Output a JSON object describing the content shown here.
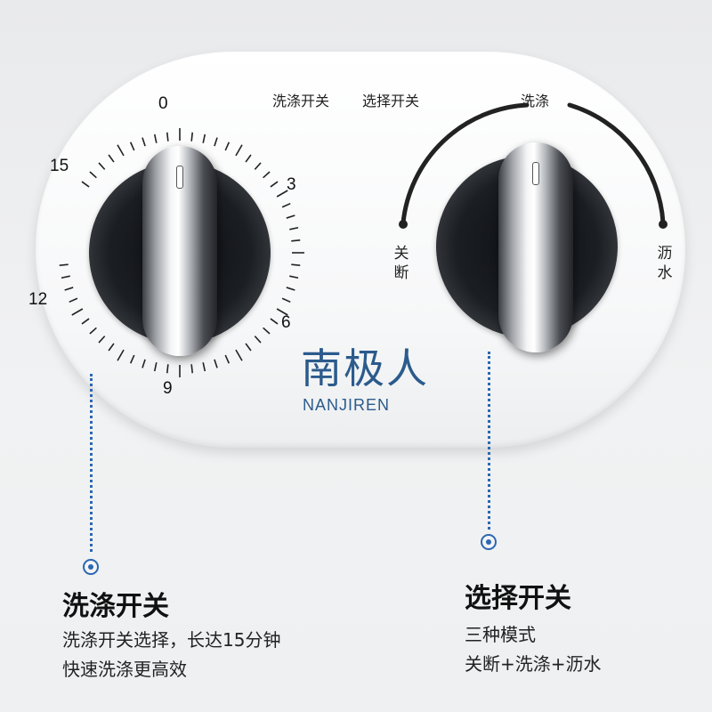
{
  "panel": {
    "left_dial_caption": "洗涤开关",
    "right_dial_caption": "选择开关"
  },
  "timer_dial": {
    "ticks": [
      "0",
      "3",
      "6",
      "9",
      "12",
      "15"
    ]
  },
  "selector_dial": {
    "top_label": "洗涤",
    "left_label_line1": "关",
    "left_label_line2": "断",
    "right_label_line1": "沥",
    "right_label_line2": "水"
  },
  "brand": {
    "chinese": "南极人",
    "english": "NANJIREN",
    "color": "#2b5b8d"
  },
  "callout_left": {
    "title": "洗涤开关",
    "line1": "洗涤开关选择，长达15分钟",
    "line2": "快速洗涤更高效"
  },
  "callout_right": {
    "title": "选择开关",
    "line1": "三种模式",
    "line2": "关断+洗涤+沥水"
  },
  "accent_color": "#2c67b3"
}
